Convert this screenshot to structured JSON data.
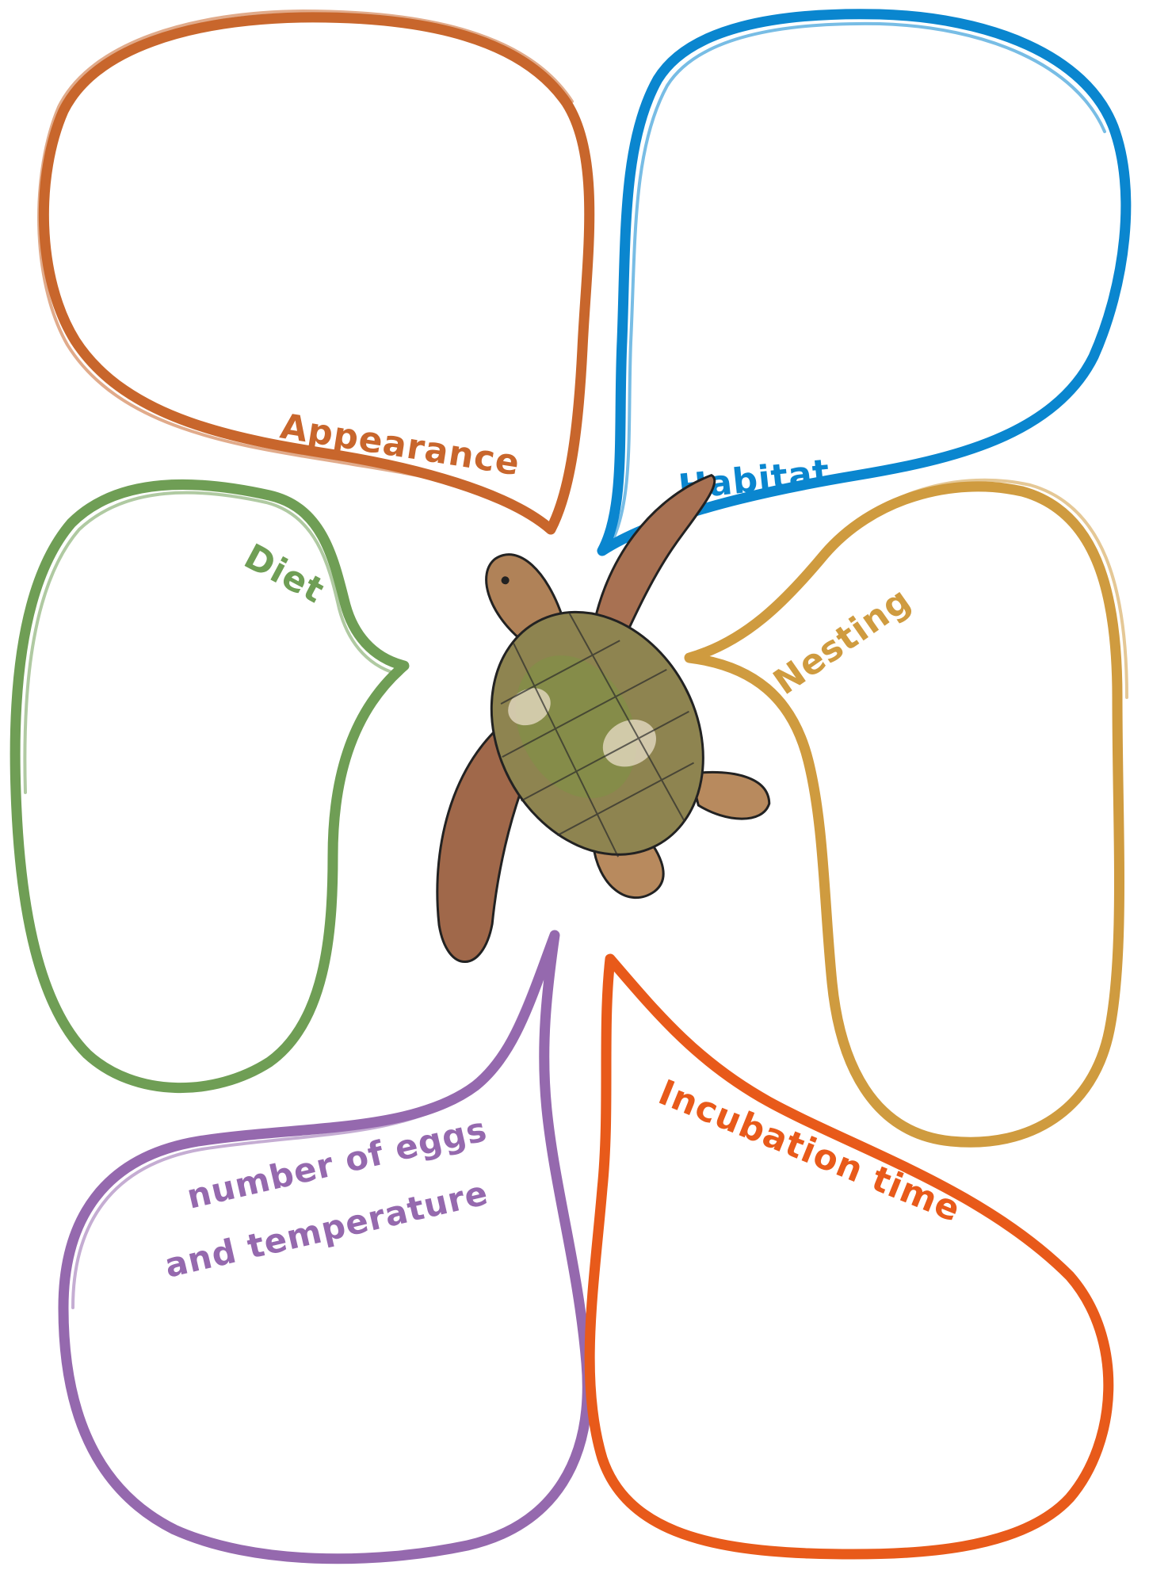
{
  "colors": {
    "appearance": "#C8662C",
    "habitat": "#0A86CF",
    "diet": "#6F9E55",
    "nesting": "#CF9B3F",
    "eggs": "#9569AE",
    "incubation": "#E85A1A",
    "turtle_shell": "#8A7A45",
    "turtle_skin": "#9C6A4A",
    "turtle_ink": "#222222"
  },
  "labels": {
    "appearance": "Appearance",
    "habitat": "Habitat",
    "diet": "Diet",
    "nesting": "Nesting",
    "eggs_line1": "number of eggs",
    "eggs_line2": "and temperature",
    "incubation": "Incubation time"
  },
  "center_image": "sea-turtle-illustration"
}
